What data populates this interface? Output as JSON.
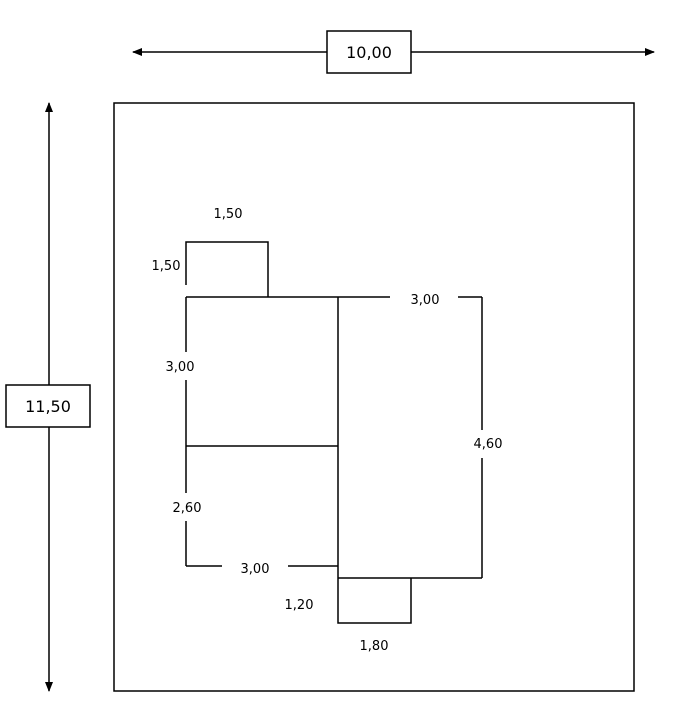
{
  "overall": {
    "width_label": "10,00",
    "height_label": "11,50"
  },
  "dimensions": {
    "top_notch_width": "1,50",
    "top_notch_height": "1,50",
    "left_upper_height": "3,00",
    "right_top_width": "3,00",
    "right_height": "4,60",
    "left_lower_height": "2,60",
    "bottom_left_width": "3,00",
    "bottom_notch_height": "1,20",
    "bottom_notch_width": "1,80"
  },
  "colors": {
    "line": "#000000",
    "background": "#ffffff"
  }
}
